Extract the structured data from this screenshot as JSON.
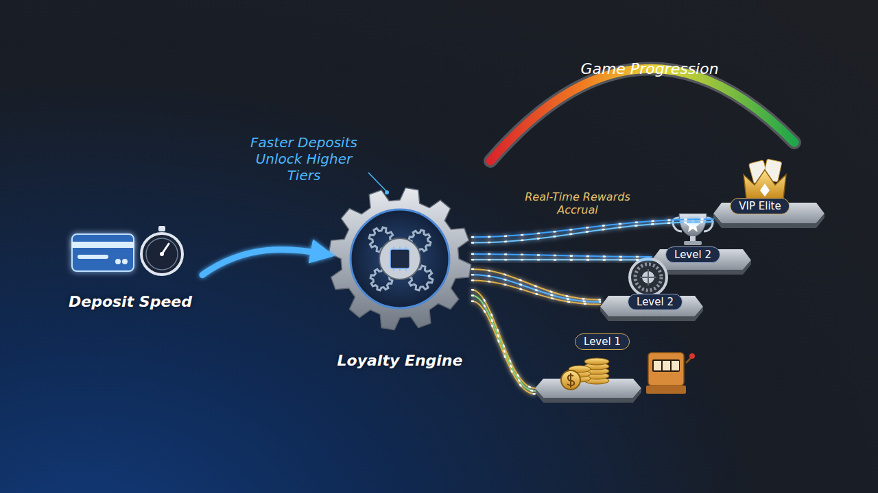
{
  "diagram": {
    "nodes": [
      {
        "text": [
          "Deposit Speed"
        ]
      },
      {
        "text": [
          "Loyalty Engine"
        ]
      },
      {
        "text": [
          "VIP Elite"
        ]
      },
      {
        "text": [
          "Level 2"
        ]
      },
      {
        "text": [
          "Level 2"
        ]
      },
      {
        "text": [
          "Level 1"
        ]
      }
    ],
    "edges": [
      {
        "from": 0,
        "to": 1,
        "arrow": "to"
      },
      {
        "from": 1,
        "to": 2,
        "arrow": "none"
      },
      {
        "from": 1,
        "to": 3,
        "arrow": "none"
      },
      {
        "from": 1,
        "to": 4,
        "arrow": "none"
      },
      {
        "from": 1,
        "to": 5,
        "arrow": "none"
      }
    ],
    "labels": [
      "Faster Deposits Unlock Higher Tiers",
      "Real-Time Rewards Accrual",
      "Game Progression"
    ]
  }
}
